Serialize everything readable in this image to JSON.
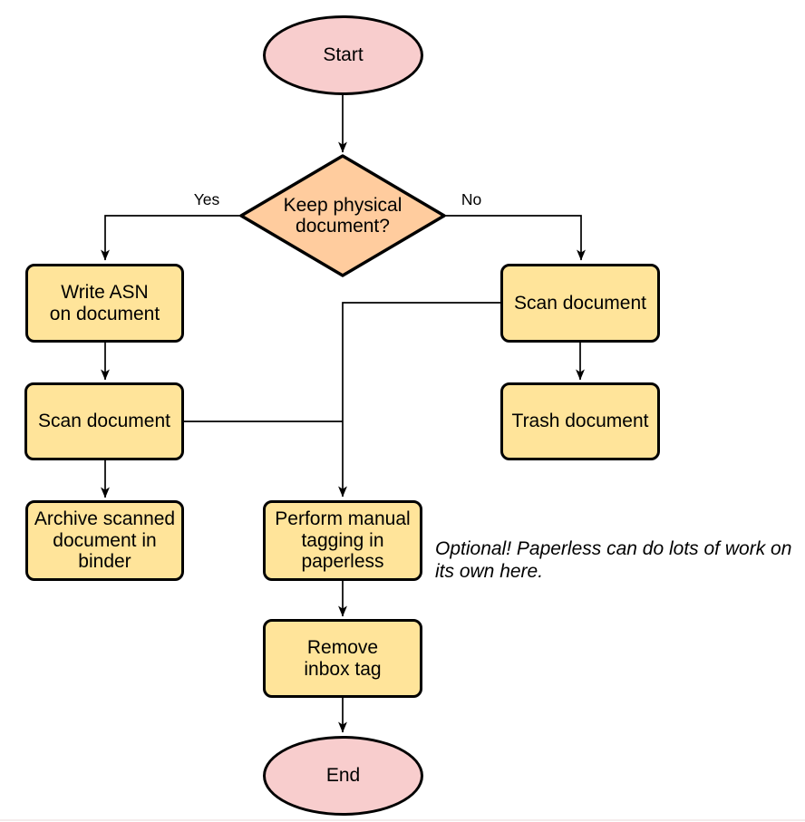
{
  "diagram": {
    "nodes": {
      "start": {
        "label": "Start",
        "shape": "ellipse"
      },
      "decision": {
        "label": "Keep physical\ndocument?",
        "shape": "diamond"
      },
      "write_asn": {
        "label": "Write ASN\non document",
        "shape": "process"
      },
      "scan_left": {
        "label": "Scan document",
        "shape": "process"
      },
      "archive": {
        "label": "Archive scanned\ndocument in\nbinder",
        "shape": "process"
      },
      "scan_right": {
        "label": "Scan document",
        "shape": "process"
      },
      "trash": {
        "label": "Trash document",
        "shape": "process"
      },
      "tagging": {
        "label": "Perform manual\ntagging in\npaperless",
        "shape": "process"
      },
      "remove_inbox": {
        "label": "Remove\ninbox tag",
        "shape": "process"
      },
      "end": {
        "label": "End",
        "shape": "ellipse"
      }
    },
    "edge_labels": {
      "yes": "Yes",
      "no": "No"
    },
    "note": "Optional! Paperless can do lots of work on\nits own here.",
    "colors": {
      "terminator_fill": "#f8cdcd",
      "decision_fill": "#ffcc9e",
      "process_fill": "#ffe49a",
      "stroke": "#000000",
      "background": "#ffffff"
    }
  }
}
